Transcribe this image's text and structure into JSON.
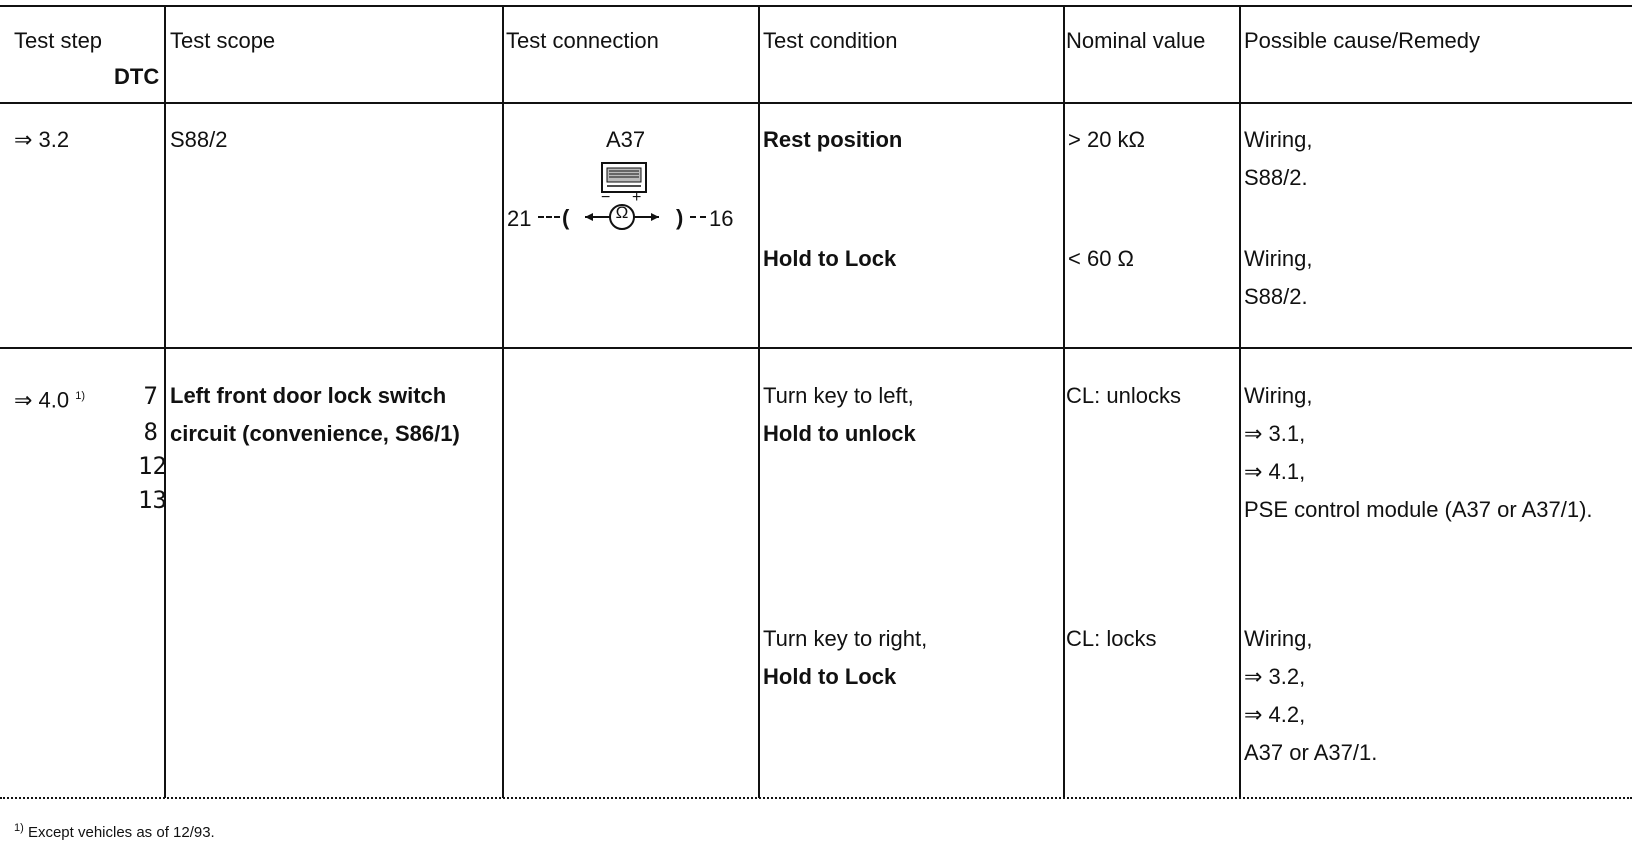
{
  "header": {
    "test_step": "Test step",
    "dtc": "DTC",
    "test_scope": "Test scope",
    "test_connection": "Test connection",
    "test_condition": "Test condition",
    "nominal_value": "Nominal value",
    "possible_cause": "Possible cause/Remedy"
  },
  "rows": [
    {
      "step": "⇒ 3.2",
      "scope": "S88/2",
      "connection": {
        "module": "A37",
        "pin_left": "21",
        "pin_right": "16",
        "meter": "Ω",
        "minus": "−",
        "plus": "+",
        "open_left": "(",
        "close_right": ")"
      },
      "conditions": [
        {
          "lines": [
            "Rest position"
          ],
          "nominal": "> 20 kΩ",
          "causes": [
            "Wiring,",
            "S88/2."
          ]
        },
        {
          "lines": [
            "Hold to Lock"
          ],
          "nominal": "< 60 Ω",
          "causes": [
            "Wiring,",
            "S88/2."
          ]
        }
      ]
    },
    {
      "step": "⇒ 4.0",
      "step_footnote": "1)",
      "dtcs": [
        "7",
        "8",
        "12",
        "13"
      ],
      "scope_lines": [
        "Left front door lock switch",
        "circuit (convenience, S86/1)"
      ],
      "conditions": [
        {
          "lines": [
            "Turn key to left,",
            "Hold to unlock"
          ],
          "nominal": "CL: unlocks",
          "causes": [
            "Wiring,",
            "⇒ 3.1,",
            "⇒ 4.1,",
            "PSE control module (A37 or A37/1)."
          ]
        },
        {
          "lines": [
            "Turn key to right,",
            "Hold to Lock"
          ],
          "nominal": "CL: locks",
          "causes": [
            "Wiring,",
            "⇒ 3.2,",
            "⇒ 4.2,",
            "A37 or A37/1."
          ]
        }
      ]
    }
  ],
  "footnote": {
    "marker": "1)",
    "text": "Except vehicles as of 12/93."
  }
}
